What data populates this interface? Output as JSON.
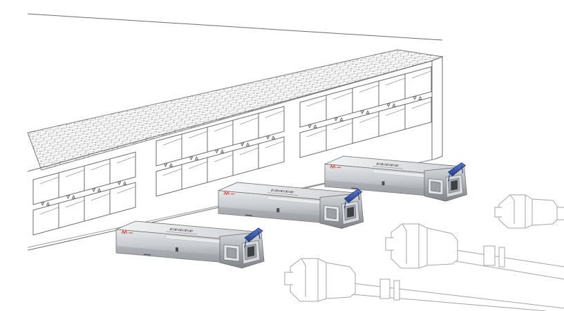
{
  "illustration": {
    "subject": "switch-with-sfp-transceivers-and-lc-cables",
    "colors": {
      "background": "#ffffff",
      "outline": "#6b6b6b",
      "module_body": "#c9ccd0",
      "module_shade": "#9fa3a8",
      "module_dark": "#4a4d52",
      "bail_latch": "#2f4fa0",
      "brand_red": "#d33a2c",
      "cable_outline": "#9a9a9a"
    },
    "modules": [
      {
        "id": "module-1",
        "icons": [
          "brand-logo-icon",
          "barcode-label-icon"
        ]
      },
      {
        "id": "module-2",
        "icons": [
          "brand-logo-icon",
          "barcode-label-icon"
        ]
      },
      {
        "id": "module-3",
        "icons": [
          "brand-logo-icon",
          "barcode-label-icon"
        ]
      }
    ],
    "cables": [
      {
        "id": "lc-cable-1",
        "icon": "lc-connector-icon"
      },
      {
        "id": "lc-cable-2",
        "icon": "lc-connector-icon"
      },
      {
        "id": "lc-cable-3",
        "icon": "lc-connector-icon"
      }
    ]
  }
}
